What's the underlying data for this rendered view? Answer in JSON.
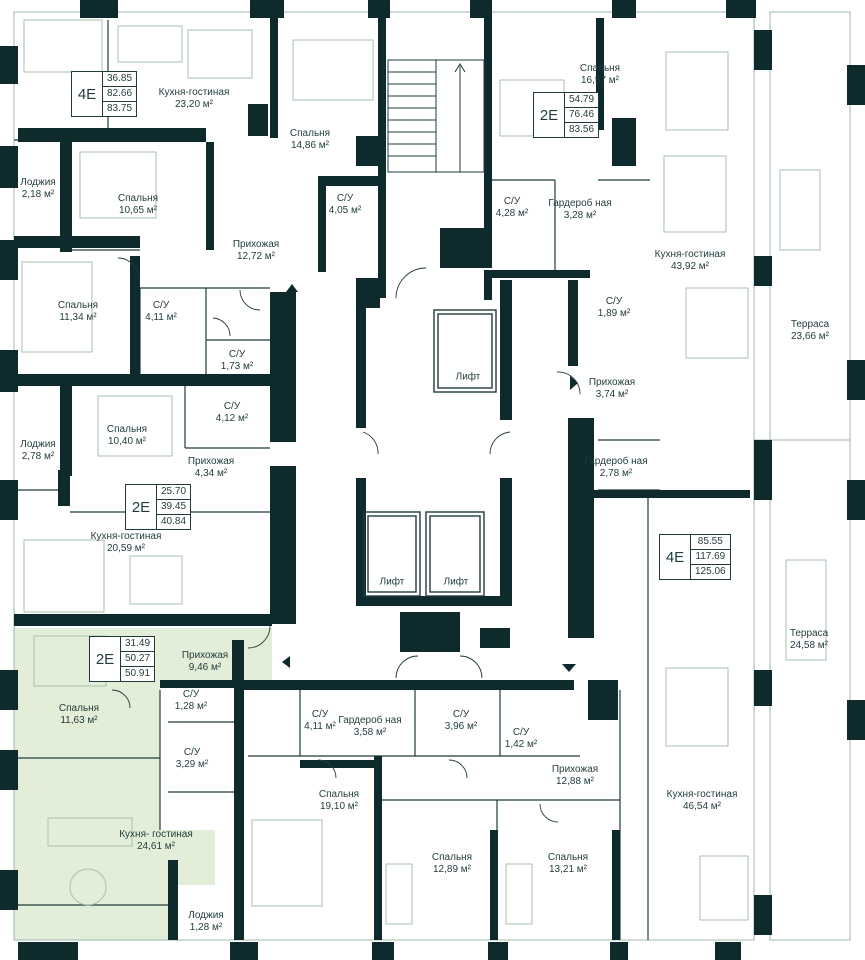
{
  "colors": {
    "wall": "#0f2a2c",
    "line": "#9db8a8",
    "highlight": "#e3eed8",
    "text": "#1f3b3b",
    "furniture": "#a7c1ae"
  },
  "apartments": [
    {
      "id": "apt-4e-top",
      "code": "4Е",
      "areas": [
        "36.85",
        "82.66",
        "83.75"
      ]
    },
    {
      "id": "apt-2e-top-right",
      "code": "2Е",
      "areas": [
        "54.79",
        "76.46",
        "83.56"
      ]
    },
    {
      "id": "apt-2e-left-middle",
      "code": "2Е",
      "areas": [
        "25.70",
        "39.45",
        "40.84"
      ]
    },
    {
      "id": "apt-4e-right",
      "code": "4Е",
      "areas": [
        "85.55",
        "117.69",
        "125.06"
      ]
    },
    {
      "id": "apt-2e-highlight",
      "code": "2Е",
      "areas": [
        "31.49",
        "50.27",
        "50.91"
      ]
    }
  ],
  "rooms": [
    {
      "name": "Кухня-гостиная",
      "area": "23,20 м²"
    },
    {
      "name": "Спальня",
      "area": "14,86 м²"
    },
    {
      "name": "Лоджия",
      "area": "2,18 м²"
    },
    {
      "name": "Спальня",
      "area": "10,65 м²"
    },
    {
      "name": "С/У",
      "area": "4,05 м²"
    },
    {
      "name": "Прихожая",
      "area": "12,72 м²"
    },
    {
      "name": "Спальня",
      "area": "11,34 м²"
    },
    {
      "name": "С/У",
      "area": "4,11 м²"
    },
    {
      "name": "С/У",
      "area": "1,73 м²"
    },
    {
      "name": "Спальня",
      "area": "16,57 м²"
    },
    {
      "name": "С/У",
      "area": "4,28 м²"
    },
    {
      "name": "Гардероб ная",
      "area": "3,28 м²"
    },
    {
      "name": "Кухня-гостиная",
      "area": "43,92 м²"
    },
    {
      "name": "С/У",
      "area": "1,89 м²"
    },
    {
      "name": "Прихожая",
      "area": "3,74 м²"
    },
    {
      "name": "Гардероб ная",
      "area": "2,78 м²"
    },
    {
      "name": "Терраса",
      "area": "23,66 м²"
    },
    {
      "name": "Лоджия",
      "area": "2,78 м²"
    },
    {
      "name": "Спальня",
      "area": "10,40 м²"
    },
    {
      "name": "С/У",
      "area": "4,12 м²"
    },
    {
      "name": "Прихожая",
      "area": "4,34 м²"
    },
    {
      "name": "Кухня-гостиная",
      "area": "20,59 м²"
    },
    {
      "name": "Прихожая",
      "area": "9,46 м²"
    },
    {
      "name": "Спальня",
      "area": "11,63 м²"
    },
    {
      "name": "С/У",
      "area": "1,28 м²"
    },
    {
      "name": "С/У",
      "area": "3,29 м²"
    },
    {
      "name": "Кухня- гостиная",
      "area": "24,61 м²"
    },
    {
      "name": "Лоджия",
      "area": "1,28 м²"
    },
    {
      "name": "С/У",
      "area": "4,11 м²"
    },
    {
      "name": "Гардероб ная",
      "area": "3,58 м²"
    },
    {
      "name": "С/У",
      "area": "3,96 м²"
    },
    {
      "name": "С/У",
      "area": "1,42 м²"
    },
    {
      "name": "Прихожая",
      "area": "12,88 м²"
    },
    {
      "name": "Спальня",
      "area": "19,10 м²"
    },
    {
      "name": "Спальня",
      "area": "12,89 м²"
    },
    {
      "name": "Спальня",
      "area": "13,21 м²"
    },
    {
      "name": "Кухня-гостиная",
      "area": "46,54 м²"
    },
    {
      "name": "Терраса",
      "area": "24,58 м²"
    }
  ],
  "lifts": [
    "Лифт",
    "Лифт",
    "Лифт"
  ]
}
